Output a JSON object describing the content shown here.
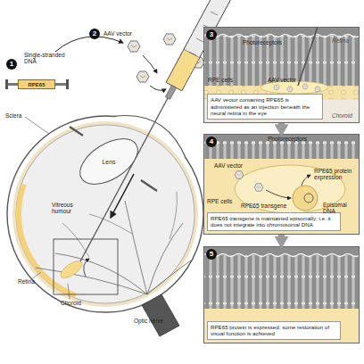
{
  "diagram": {
    "nodes": [
      {
        "text": [
          "RPE65"
        ]
      },
      {
        "text": [
          "AAV vector containing RPE65 is administered as an injection beneath the neural retina in the eye"
        ]
      },
      {
        "text": [
          "RPE65 transgene is maintained episomally; i.e. it does not integrate into chromosomal DNA"
        ]
      },
      {
        "text": [
          "RPE65 protein is expressed; some restoration of visual function is achieved"
        ]
      },
      {
        "text": [
          "Lens"
        ]
      }
    ],
    "edges": [
      {
        "from": 1,
        "to": 2,
        "arrow": "to"
      },
      {
        "from": 2,
        "to": 3,
        "arrow": "to"
      }
    ],
    "labels": [
      "1",
      "Single-stranded DNA",
      "2",
      "AAV vector",
      "3",
      "Photoreceptors",
      "Retina",
      "RPE cells",
      "AAV vector",
      "Choroid",
      "4",
      "Photoreceptors",
      "AAV vector",
      "RPE cells",
      "RPE65 protein expression",
      "RPE65 transgene",
      "Episomal DNA",
      "5",
      "Sclera",
      "Vitreous humour",
      "Retina",
      "Choroid",
      "Optic nerve"
    ]
  }
}
